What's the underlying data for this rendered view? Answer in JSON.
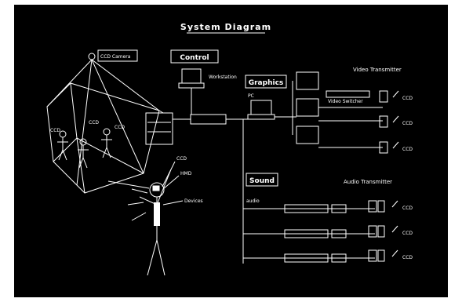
{
  "title": "System Diagram",
  "camera": {
    "label": "CCD Camera"
  },
  "control": {
    "title": "Control",
    "monitor_label": "Workstation"
  },
  "graphics": {
    "title": "Graphics",
    "pc_label": "PC"
  },
  "video_transmitter": {
    "title": "Video Transmitter",
    "switcher_label": "Video Switcher",
    "rows": [
      "CCD",
      "CCD",
      "CCD"
    ]
  },
  "sound": {
    "title": "Sound",
    "audio_label": "audio"
  },
  "audio_transmitter": {
    "title": "Audio Transmitter",
    "rows": [
      "CCD",
      "CCD",
      "CCD"
    ]
  },
  "person": {
    "labels": [
      "CCD",
      "HMD",
      "Devices"
    ]
  },
  "subjects": [
    "CCD",
    "CCD",
    "CCD"
  ],
  "colors": {
    "background": "#000000",
    "lines": "#ffffff"
  }
}
